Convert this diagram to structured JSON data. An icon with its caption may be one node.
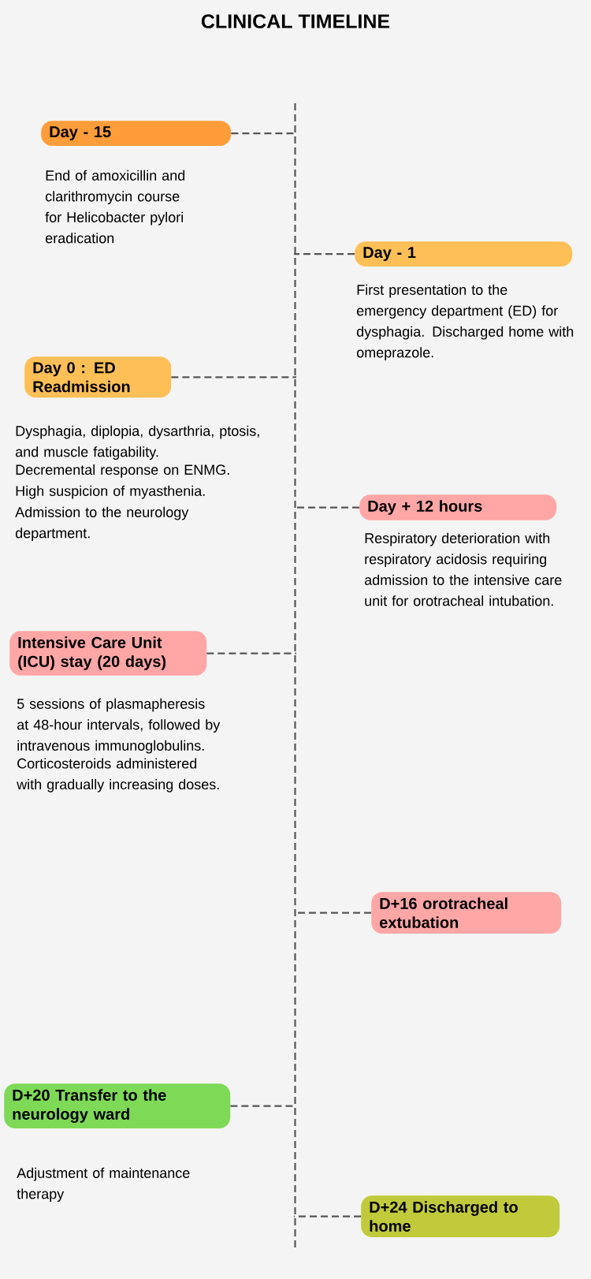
{
  "diagram": {
    "title": "CLINICAL TIMELINE",
    "nodes": [
      {
        "text": [
          "Day - 15"
        ],
        "beside": [
          "End of amoxicillin and clarithromycin course for Helicobacter pylori eradication"
        ]
      },
      {
        "text": [
          "Day - 1"
        ],
        "beside": [
          "First presentation to the emergency department (ED) for dysphagia. Discharged home with omeprazole."
        ]
      },
      {
        "text": [
          "Day 0 : ED Readmission"
        ],
        "beside": [
          "Dysphagia, diplopia, dysarthria, ptosis, and muscle fatigability.",
          "Decremental response on ENMG.",
          "High suspicion of myasthenia.",
          "Admission to the neurology department."
        ]
      },
      {
        "text": [
          "Day + 12 hours"
        ],
        "beside": [
          "Respiratory deterioration with respiratory acidosis requiring admission to the intensive care unit for orotracheal intubation."
        ]
      },
      {
        "text": [
          "Intensive Care Unit (ICU) stay (20 days)"
        ],
        "beside": [
          "5 sessions of plasmapheresis at 48-hour intervals, followed by intravenous immunoglobulins.",
          "Corticosteroids administered with gradually increasing doses."
        ]
      },
      {
        "text": [
          "D+16 orotracheal extubation"
        ]
      },
      {
        "text": [
          "D+20 Transfer to the neurology ward"
        ],
        "beside": [
          "Adjustment of maintenance therapy"
        ]
      },
      {
        "text": [
          "D+24 Discharged to home"
        ]
      },
      {
        "text": [],
        "shape": "bar"
      }
    ],
    "edges": [
      {
        "from": 0,
        "to": 8,
        "arrow": "none",
        "style": "dashed"
      },
      {
        "from": 1,
        "to": 8,
        "arrow": "none",
        "style": "dashed"
      },
      {
        "from": 2,
        "to": 8,
        "arrow": "none",
        "style": "dashed"
      },
      {
        "from": 3,
        "to": 8,
        "arrow": "none",
        "style": "dashed"
      },
      {
        "from": 4,
        "to": 8,
        "arrow": "none",
        "style": "dashed"
      },
      {
        "from": 5,
        "to": 8,
        "arrow": "none",
        "style": "dashed"
      },
      {
        "from": 6,
        "to": 8,
        "arrow": "none",
        "style": "dashed"
      },
      {
        "from": 7,
        "to": 8,
        "arrow": "none",
        "style": "dashed"
      }
    ]
  }
}
